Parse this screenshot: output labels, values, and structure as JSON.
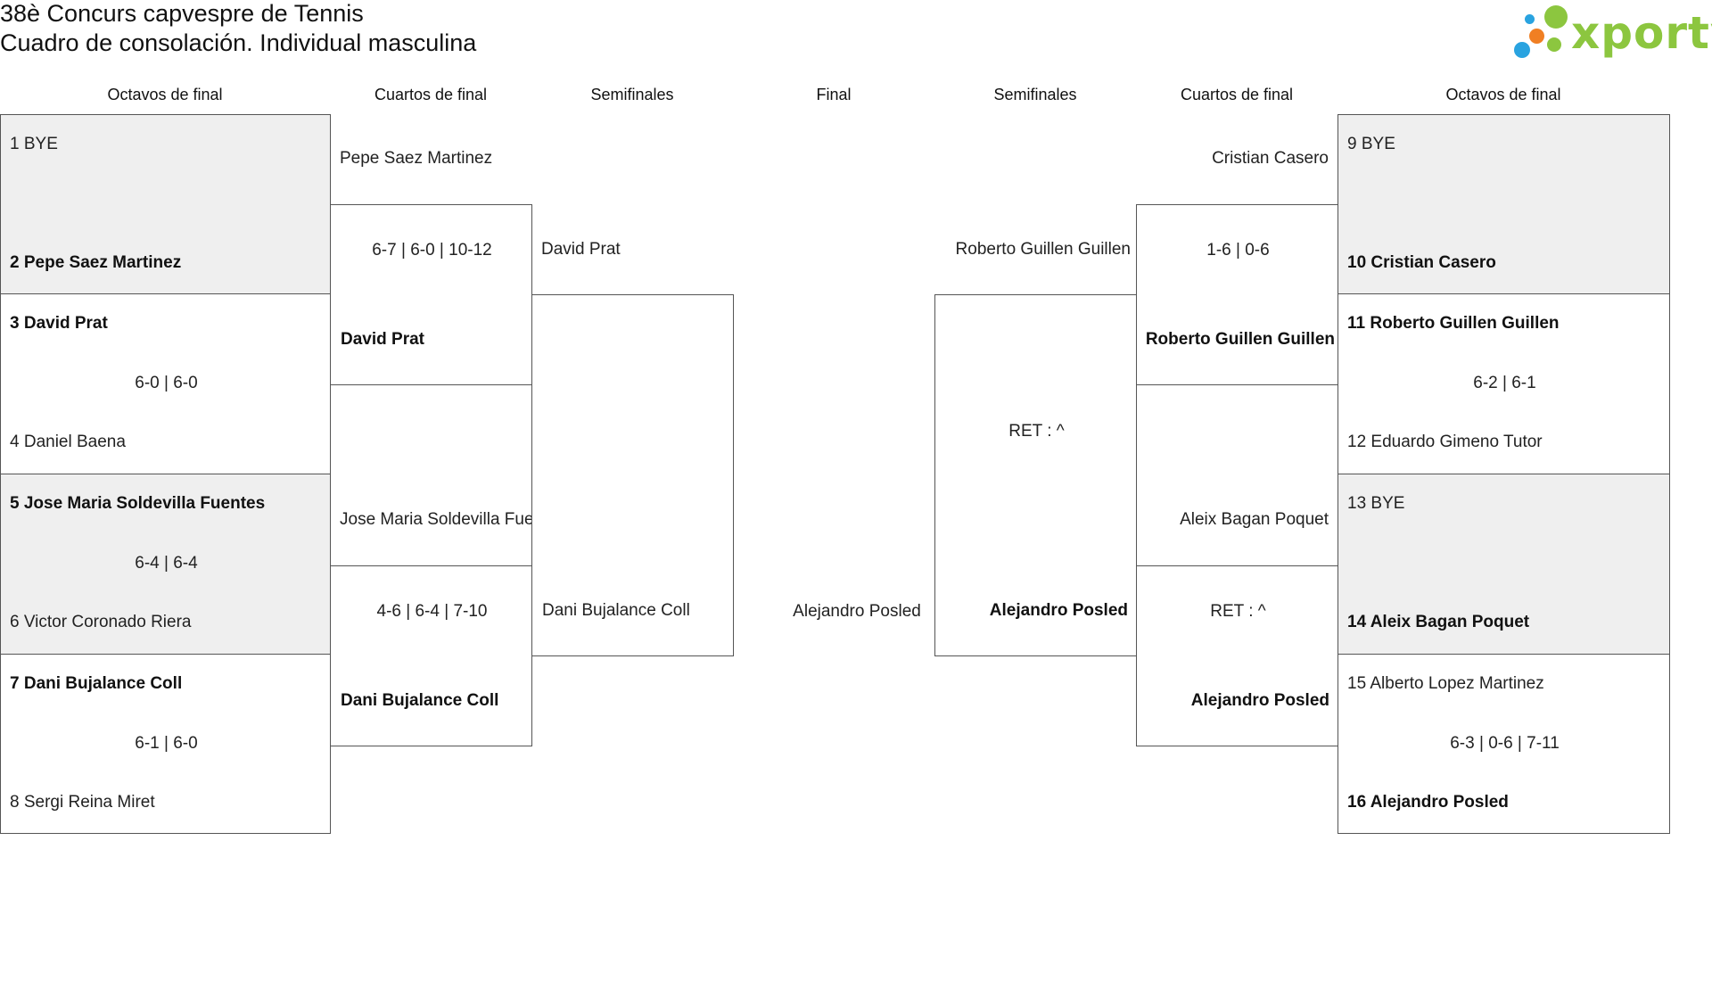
{
  "title_line1": "38è Concurs capvespre de Tennis",
  "title_line2": "Cuadro de consolación. Individual masculina",
  "logo_text": "xporty",
  "colors": {
    "accent": "#8cc63f",
    "blue": "#29a3e0",
    "orange": "#f07f23",
    "grey_box": "#efefef"
  },
  "rounds": [
    "Octavos de final",
    "Cuartos de final",
    "Semifinales",
    "Final",
    "Semifinales",
    "Cuartos de final",
    "Octavos de final"
  ],
  "left": {
    "r16": [
      {
        "p1": "1  BYE",
        "p2": "2  Pepe Saez Martinez",
        "score": ""
      },
      {
        "p1": "3  David Prat",
        "p2": "4  Daniel Baena",
        "score": "6-0 | 6-0"
      },
      {
        "p1": "5  Jose Maria Soldevilla Fuentes",
        "p2": "6  Victor Coronado Riera",
        "score": "6-4 | 6-4"
      },
      {
        "p1": "7  Dani Bujalance Coll",
        "p2": "8  Sergi Reina Miret",
        "score": "6-1 | 6-0"
      }
    ],
    "qf": [
      {
        "p1": "Pepe Saez Martinez",
        "score": "6-7 | 6-0 | 10-12",
        "p2": "David Prat"
      },
      {
        "p1": "Jose Maria Soldevilla Fuentes",
        "score": "4-6 | 6-4 | 7-10",
        "p2": "Dani Bujalance Coll"
      }
    ],
    "sf": {
      "p1": "David Prat",
      "p2": "Dani Bujalance Coll"
    }
  },
  "final": {
    "player": "Alejandro Posled"
  },
  "right": {
    "sf": {
      "p1": "Roberto Guillen Guillen",
      "score": "RET : ^",
      "p2": "Alejandro Posled"
    },
    "qf": [
      {
        "p1": "Cristian Casero",
        "score": "1-6 | 0-6",
        "p2": "Roberto Guillen Guillen"
      },
      {
        "p1": "Aleix Bagan Poquet",
        "score": "RET : ^",
        "p2": "Alejandro Posled"
      }
    ],
    "r16": [
      {
        "p1": "9  BYE",
        "p2": "10  Cristian Casero",
        "score": ""
      },
      {
        "p1": "11  Roberto Guillen Guillen",
        "p2": "12  Eduardo Gimeno Tutor",
        "score": "6-2 | 6-1"
      },
      {
        "p1": "13  BYE",
        "p2": "14  Aleix Bagan Poquet",
        "score": ""
      },
      {
        "p1": "15  Alberto Lopez Martinez",
        "p2": "16  Alejandro Posled",
        "score": "6-3 | 0-6 | 7-11"
      }
    ]
  }
}
